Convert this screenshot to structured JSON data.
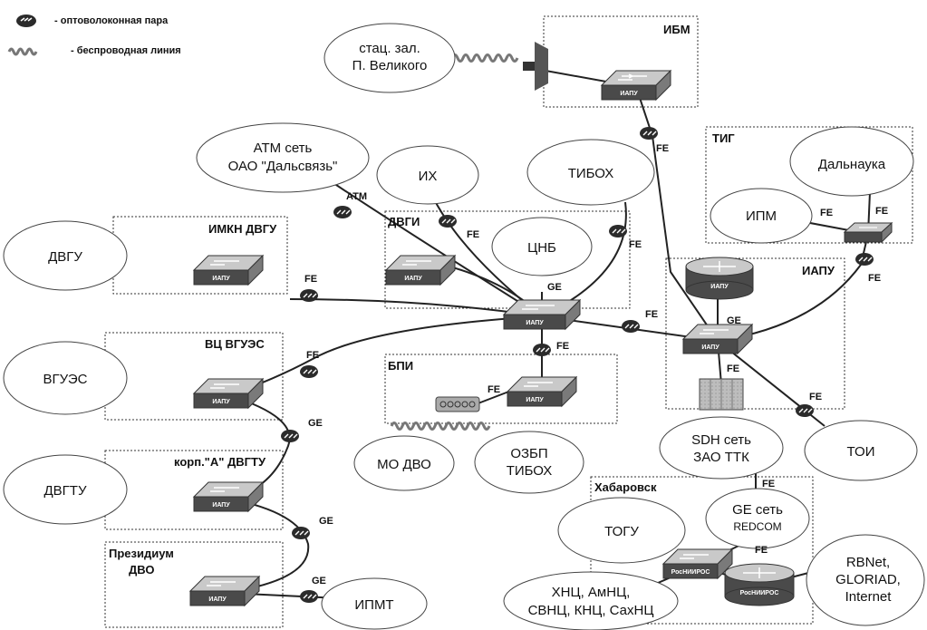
{
  "legend": {
    "fiber": "- оптоволоконная пара",
    "wireless": "- беспроводная линия"
  },
  "device_labels": {
    "iapu": "ИАПУ",
    "rosniiros": "РосНИИРОС"
  },
  "clouds": {
    "stac_zal": [
      "стац. зал.",
      "П. Великого"
    ],
    "atm": [
      "АТМ сеть",
      "ОАО \"Дальсвязь\""
    ],
    "ix": [
      "ИХ"
    ],
    "tiboh": [
      "ТИБОХ"
    ],
    "dalnauka": [
      "Дальнаука"
    ],
    "ipm": [
      "ИПМ"
    ],
    "cnb": [
      "ЦНБ"
    ],
    "dvgu": [
      "ДВГУ"
    ],
    "vguas": [
      "ВГУЭС"
    ],
    "dvgtu": [
      "ДВГТУ"
    ],
    "mo_dvo": [
      "МО ДВО"
    ],
    "ozbp": [
      "ОЗБП",
      "ТИБОХ"
    ],
    "sdh": [
      "SDH сеть",
      "ЗАО ТТК"
    ],
    "toi": [
      "ТОИ"
    ],
    "togu": [
      "ТОГУ"
    ],
    "ge_redcom": [
      "GE сеть",
      "REDCOM"
    ],
    "rbnet": [
      "RBNet,",
      "GLORIAD,",
      "Internet"
    ],
    "hnc": [
      "ХНЦ, АмНЦ,",
      "СВНЦ, КНЦ, СахНЦ"
    ],
    "ipmt": [
      "ИПМТ"
    ]
  },
  "boxes": {
    "ibm": "ИБМ",
    "tig": "ТИГ",
    "imkn": "ИМКН ДВГУ",
    "dvgi": "ДВГИ",
    "iapu": "ИАПУ",
    "vc": "ВЦ ВГУЭС",
    "bpi": "БПИ",
    "korp": "корп.\"А\" ДВГТУ",
    "prez": [
      "Президиум",
      "ДВО"
    ],
    "khab": "Хабаровск"
  },
  "links": {
    "atm": "ATM",
    "fe": "FE",
    "ge": "GE"
  }
}
